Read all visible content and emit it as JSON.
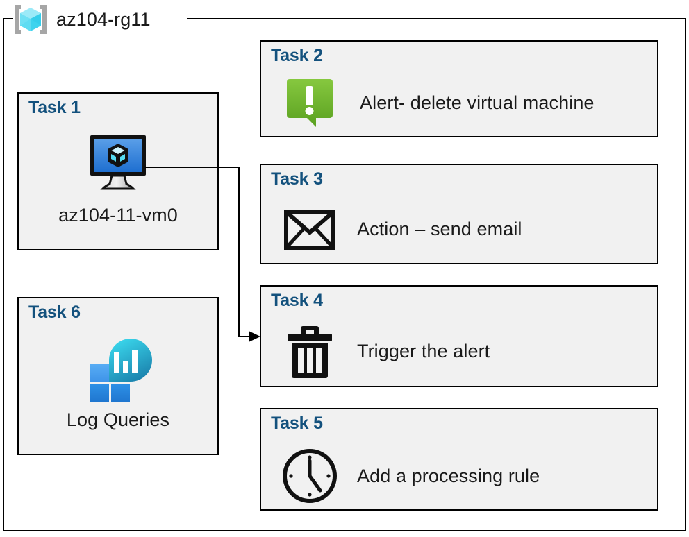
{
  "resource_group": {
    "title": "az104-rg11",
    "icon": "resource-group-cube-icon",
    "frame_color": "#000000"
  },
  "colors": {
    "task_label": "#13517d",
    "box_fill": "#f1f1f1",
    "box_border": "#000000",
    "caption": "#1a1a1a",
    "alert_green_light": "#7fc13c",
    "alert_green_dark": "#5fa324",
    "vm_screen_light": "#5a9fe8",
    "vm_screen_dark": "#1e6fd0",
    "log_square_light": "#4ba3f0",
    "log_square_dark": "#2585df",
    "log_drop_light": "#32d0e8",
    "log_drop_dark": "#1a7fab",
    "rg_cube_light": "#9ceaf8",
    "rg_cube_dark": "#3fd3ee",
    "rg_bracket": "#a6a6a6"
  },
  "tasks": [
    {
      "id": "task1",
      "label": "Task 1",
      "caption": "az104-11-vm0",
      "icon": "virtual-machine-icon",
      "column": "left"
    },
    {
      "id": "task2",
      "label": "Task 2",
      "caption": "Alert- delete virtual machine",
      "icon": "alert-bubble-icon",
      "column": "right"
    },
    {
      "id": "task3",
      "label": "Task 3",
      "caption": "Action – send email",
      "icon": "envelope-icon",
      "column": "right"
    },
    {
      "id": "task4",
      "label": "Task 4",
      "caption": "Trigger the alert",
      "icon": "trash-icon",
      "column": "right"
    },
    {
      "id": "task5",
      "label": "Task 5",
      "caption": "Add a processing rule",
      "icon": "clock-icon",
      "column": "right"
    },
    {
      "id": "task6",
      "label": "Task 6",
      "caption": "Log Queries",
      "icon": "log-analytics-icon",
      "column": "left"
    }
  ],
  "connector": {
    "from": "task1",
    "to": "task4",
    "arrow": "arrowhead-right-icon"
  }
}
